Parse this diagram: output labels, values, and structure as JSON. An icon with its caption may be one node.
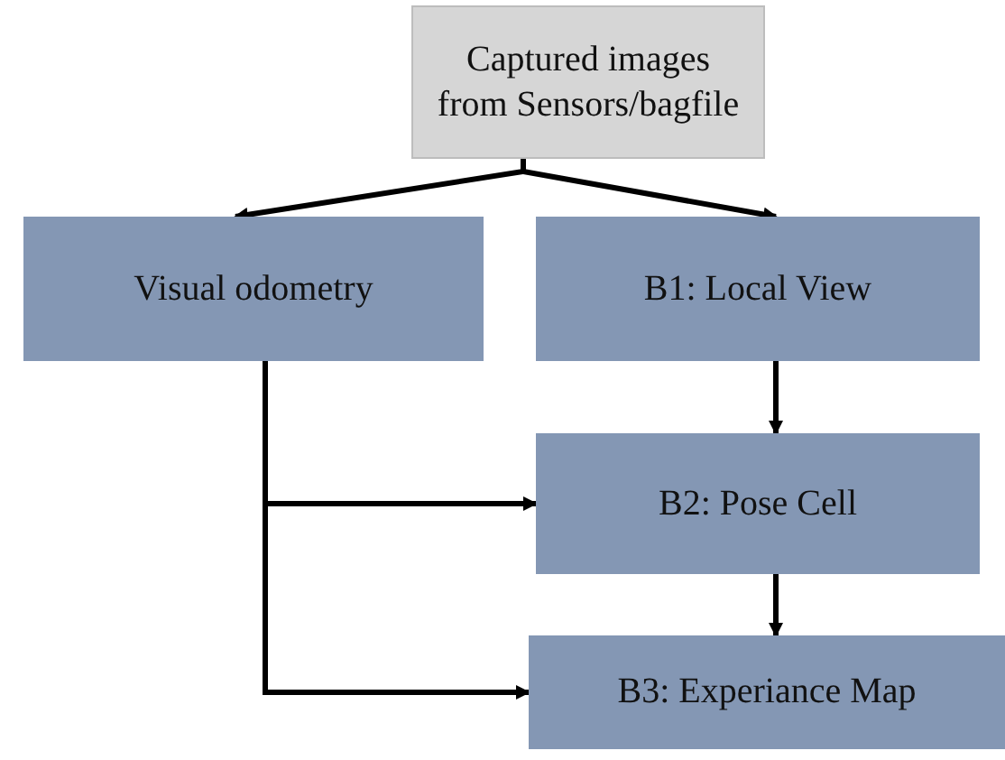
{
  "diagram": {
    "nodes": [
      {
        "text": [
          "Captured images from Sensors/bagfile"
        ]
      },
      {
        "text": [
          "Visual odometry"
        ]
      },
      {
        "text": [
          "B1: Local View"
        ]
      },
      {
        "text": [
          "B2: Pose Cell"
        ]
      },
      {
        "text": [
          "B3: Experiance Map"
        ]
      }
    ],
    "edges": [
      {
        "from": 0,
        "to": 1,
        "arrow": "to"
      },
      {
        "from": 0,
        "to": 2,
        "arrow": "to"
      },
      {
        "from": 2,
        "to": 3,
        "arrow": "to"
      },
      {
        "from": 3,
        "to": 4,
        "arrow": "to"
      },
      {
        "from": 1,
        "to": 3,
        "arrow": "to"
      },
      {
        "from": 1,
        "to": 4,
        "arrow": "to"
      }
    ]
  }
}
